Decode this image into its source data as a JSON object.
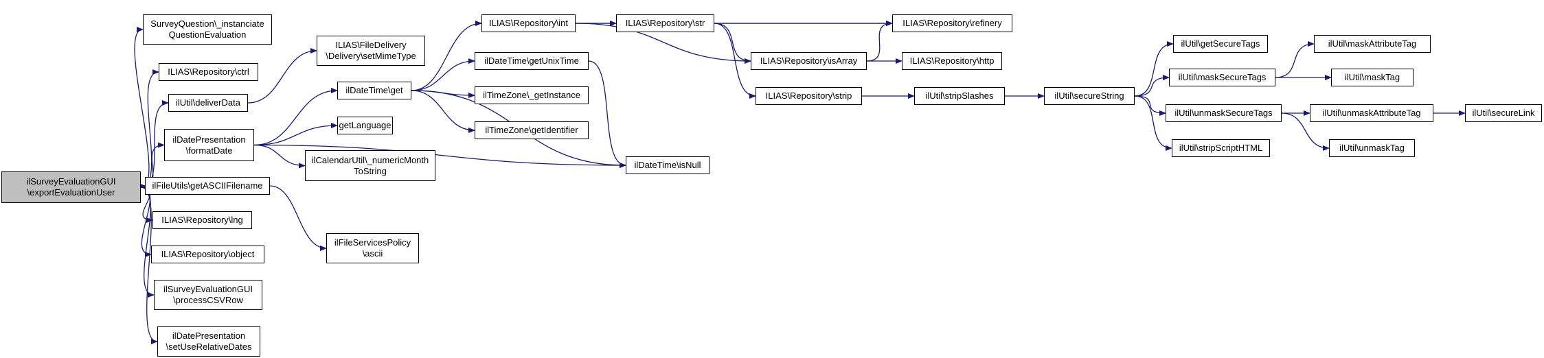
{
  "colors": {
    "edge": "#191970",
    "node_border": "#000000",
    "node_fill": "#ffffff",
    "root_fill": "#bfbfbf"
  },
  "nodes": {
    "root": {
      "label": "ilSurveyEvaluationGUI\n\\exportEvaluationUser"
    },
    "sq_inst": {
      "label": "SurveyQuestion\\_instanciate\nQuestionEvaluation"
    },
    "repo_ctrl": {
      "label": "ILIAS\\Repository\\ctrl"
    },
    "deliver": {
      "label": "ilUtil\\deliverData"
    },
    "setmime": {
      "label": "ILIAS\\FileDelivery\n\\Delivery\\setMimeType"
    },
    "formatdate": {
      "label": "ilDatePresentation\n\\formatDate"
    },
    "ascii_fn": {
      "label": "ilFileUtils\\getASCIIFilename"
    },
    "repo_lng": {
      "label": "ILIAS\\Repository\\lng"
    },
    "repo_obj": {
      "label": "ILIAS\\Repository\\object"
    },
    "proc_csv": {
      "label": "ilSurveyEvaluationGUI\n\\processCSVRow"
    },
    "relative": {
      "label": "ilDatePresentation\n\\setUseRelativeDates"
    },
    "dt_get": {
      "label": "ilDateTime\\get"
    },
    "getlang": {
      "label": "getLanguage"
    },
    "cal_util": {
      "label": "ilCalendarUtil\\_numericMonth\nToString"
    },
    "fs_ascii": {
      "label": "ilFileServicesPolicy\n\\ascii"
    },
    "repo_int": {
      "label": "ILIAS\\Repository\\int"
    },
    "unixtime": {
      "label": "ilDateTime\\getUnixTime"
    },
    "tz_inst": {
      "label": "ilTimeZone\\_getInstance"
    },
    "tz_ident": {
      "label": "ilTimeZone\\getIdentifier"
    },
    "isnull": {
      "label": "ilDateTime\\isNull"
    },
    "repo_str": {
      "label": "ILIAS\\Repository\\str"
    },
    "refinery": {
      "label": "ILIAS\\Repository\\refinery"
    },
    "isarray": {
      "label": "ILIAS\\Repository\\isArray"
    },
    "http": {
      "label": "ILIAS\\Repository\\http"
    },
    "strip": {
      "label": "ILIAS\\Repository\\strip"
    },
    "stripsl": {
      "label": "ilUtil\\stripSlashes"
    },
    "securestr": {
      "label": "ilUtil\\secureString"
    },
    "getsec": {
      "label": "ilUtil\\getSecureTags"
    },
    "masksec": {
      "label": "ilUtil\\maskSecureTags"
    },
    "unmasksec": {
      "label": "ilUtil\\unmaskSecureTags"
    },
    "stripscr": {
      "label": "ilUtil\\stripScriptHTML"
    },
    "maskattr": {
      "label": "ilUtil\\maskAttributeTag"
    },
    "masktag": {
      "label": "ilUtil\\maskTag"
    },
    "unmaskattr": {
      "label": "ilUtil\\unmaskAttributeTag"
    },
    "unmasktag": {
      "label": "ilUtil\\unmaskTag"
    },
    "securelink": {
      "label": "ilUtil\\secureLink"
    }
  },
  "edges": [
    [
      "root",
      "sq_inst"
    ],
    [
      "root",
      "repo_ctrl"
    ],
    [
      "root",
      "deliver"
    ],
    [
      "root",
      "formatdate"
    ],
    [
      "root",
      "ascii_fn"
    ],
    [
      "root",
      "repo_lng"
    ],
    [
      "root",
      "repo_obj"
    ],
    [
      "root",
      "proc_csv"
    ],
    [
      "root",
      "relative"
    ],
    [
      "deliver",
      "setmime"
    ],
    [
      "formatdate",
      "dt_get"
    ],
    [
      "formatdate",
      "getlang"
    ],
    [
      "formatdate",
      "cal_util"
    ],
    [
      "formatdate",
      "isnull"
    ],
    [
      "ascii_fn",
      "fs_ascii"
    ],
    [
      "dt_get",
      "repo_int"
    ],
    [
      "dt_get",
      "unixtime"
    ],
    [
      "dt_get",
      "tz_inst"
    ],
    [
      "dt_get",
      "tz_ident"
    ],
    [
      "dt_get",
      "isnull"
    ],
    [
      "unixtime",
      "isnull"
    ],
    [
      "repo_int",
      "repo_str"
    ],
    [
      "repo_int",
      "refinery"
    ],
    [
      "repo_int",
      "isarray"
    ],
    [
      "repo_str",
      "refinery"
    ],
    [
      "repo_str",
      "isarray"
    ],
    [
      "repo_str",
      "strip"
    ],
    [
      "isarray",
      "refinery"
    ],
    [
      "isarray",
      "http"
    ],
    [
      "strip",
      "stripsl"
    ],
    [
      "stripsl",
      "securestr"
    ],
    [
      "securestr",
      "getsec"
    ],
    [
      "securestr",
      "masksec"
    ],
    [
      "securestr",
      "unmasksec"
    ],
    [
      "securestr",
      "stripscr"
    ],
    [
      "masksec",
      "maskattr"
    ],
    [
      "masksec",
      "masktag"
    ],
    [
      "unmasksec",
      "unmaskattr"
    ],
    [
      "unmasksec",
      "unmasktag"
    ],
    [
      "unmaskattr",
      "securelink"
    ]
  ]
}
